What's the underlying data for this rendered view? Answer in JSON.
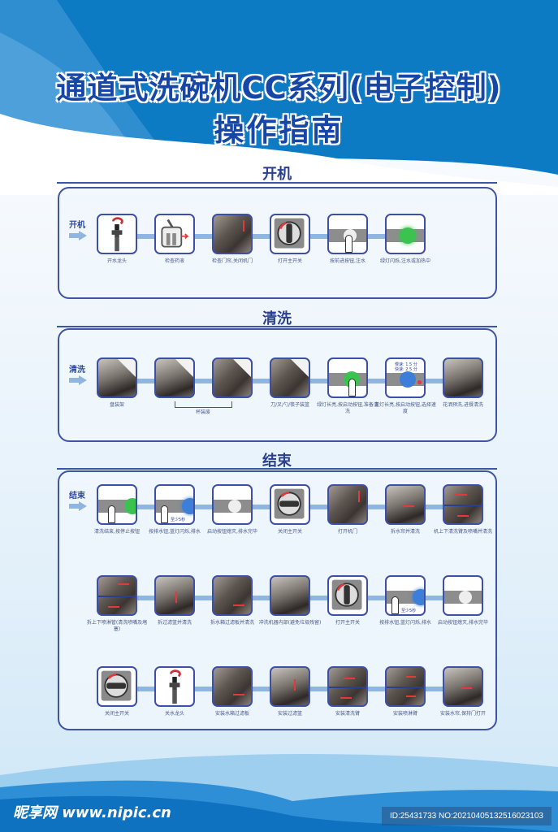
{
  "header": {
    "title_line1": "通道式洗碗机CC系列(电子控制)",
    "title_line2": "操作指南"
  },
  "colors": {
    "primary_blue": "#1747a6",
    "panel_border": "#3f54a3",
    "track": "#8fb6e0",
    "header_bg": "#0d7ac4",
    "indicator_green": "#3cc24f",
    "indicator_blue": "#3d7fd8",
    "arrow_red": "#e23a3a"
  },
  "sections": {
    "startup": {
      "heading": "开机",
      "side_label": "开机",
      "steps": [
        {
          "caption": "开水龙头",
          "icon": "faucet-icon"
        },
        {
          "caption": "检查药液",
          "icon": "detergent-tank-icon"
        },
        {
          "caption": "检查门帘,关闭机门",
          "icon": "door-photo"
        },
        {
          "caption": "打开主开关",
          "icon": "main-switch-icon"
        },
        {
          "caption": "按前进按钮,注水",
          "icon": "press-button-icon"
        },
        {
          "caption": "绿灯闪烁,注水或加热中",
          "icon": "green-light-icon"
        }
      ]
    },
    "wash": {
      "heading": "清洗",
      "side_label": "清洗",
      "bracket_label": "杯装废",
      "speed_note_line1": "慢速: 1.5 分",
      "speed_note_line2": "快速: 2.5 分",
      "steps": [
        {
          "caption": "盘装架",
          "icon": "plate-rack-photo"
        },
        {
          "caption": "",
          "icon": "cup-rack-photo"
        },
        {
          "caption": "",
          "icon": "cup-rack-photo-2"
        },
        {
          "caption": "刀/叉/勺/筷子装篮",
          "icon": "cutlery-basket-photo"
        },
        {
          "caption": "绿灯长亮,按启动按钮,准备清洗",
          "icon": "green-start-icon"
        },
        {
          "caption": "蓝灯长亮,按启动按钮,选择速度",
          "icon": "blue-start-icon"
        },
        {
          "caption": "花洒预洗,进餐清洗",
          "icon": "prewash-photo"
        }
      ]
    },
    "finish": {
      "heading": "结束",
      "side_label": "结束",
      "drain_note": "至少5秒",
      "rows": [
        [
          {
            "caption": "清洗结束,按停止按钮",
            "icon": "stop-button-icon"
          },
          {
            "caption": "按排水钮,蓝灯闪烁,排水",
            "icon": "drain-button-icon"
          },
          {
            "caption": "启动按钮熄灭,排水完毕",
            "icon": "button-off-icon"
          },
          {
            "caption": "关闭主开关",
            "icon": "main-switch-icon"
          },
          {
            "caption": "打开机门",
            "icon": "open-door-photo"
          },
          {
            "caption": "拆水帘并清洗",
            "icon": "curtain-photo"
          },
          {
            "caption": "机上下清洗臂及喷嘴并清洗",
            "icon": "wash-arm-photo"
          }
        ],
        [
          {
            "caption": "拆上下喷淋管(清洗喷嘴及堵塞)",
            "icon": "spray-pipe-photo"
          },
          {
            "caption": "拆过滤篮并清洗",
            "icon": "filter-basket-photo"
          },
          {
            "caption": "拆水箱过滤板并清洗",
            "icon": "filter-plate-photo"
          },
          {
            "caption": "冲洗机器内部(避免垃圾残留)",
            "icon": "rinse-interior-photo"
          },
          {
            "caption": "打开主开关",
            "icon": "main-switch-icon"
          },
          {
            "caption": "按排水钮,蓝灯闪烁,排水",
            "icon": "drain-button-icon"
          },
          {
            "caption": "启动按钮熄灭,排水完毕",
            "icon": "button-off-icon"
          }
        ],
        [
          {
            "caption": "关闭主开关",
            "icon": "main-switch-icon"
          },
          {
            "caption": "关水龙头",
            "icon": "faucet-icon"
          },
          {
            "caption": "安装水箱过滤板",
            "icon": "install-plate-photo"
          },
          {
            "caption": "安装过滤篮",
            "icon": "install-basket-photo"
          },
          {
            "caption": "安装清洗臂",
            "icon": "install-arm-photo"
          },
          {
            "caption": "安装喷淋臂",
            "icon": "install-spray-photo"
          },
          {
            "caption": "安装水帘,保持门打开",
            "icon": "install-curtain-photo"
          }
        ]
      ]
    }
  },
  "footer": {
    "logo": "昵享网 www.nipic.cn",
    "id_text": "ID:25431733 NO:20210405132516023103"
  }
}
